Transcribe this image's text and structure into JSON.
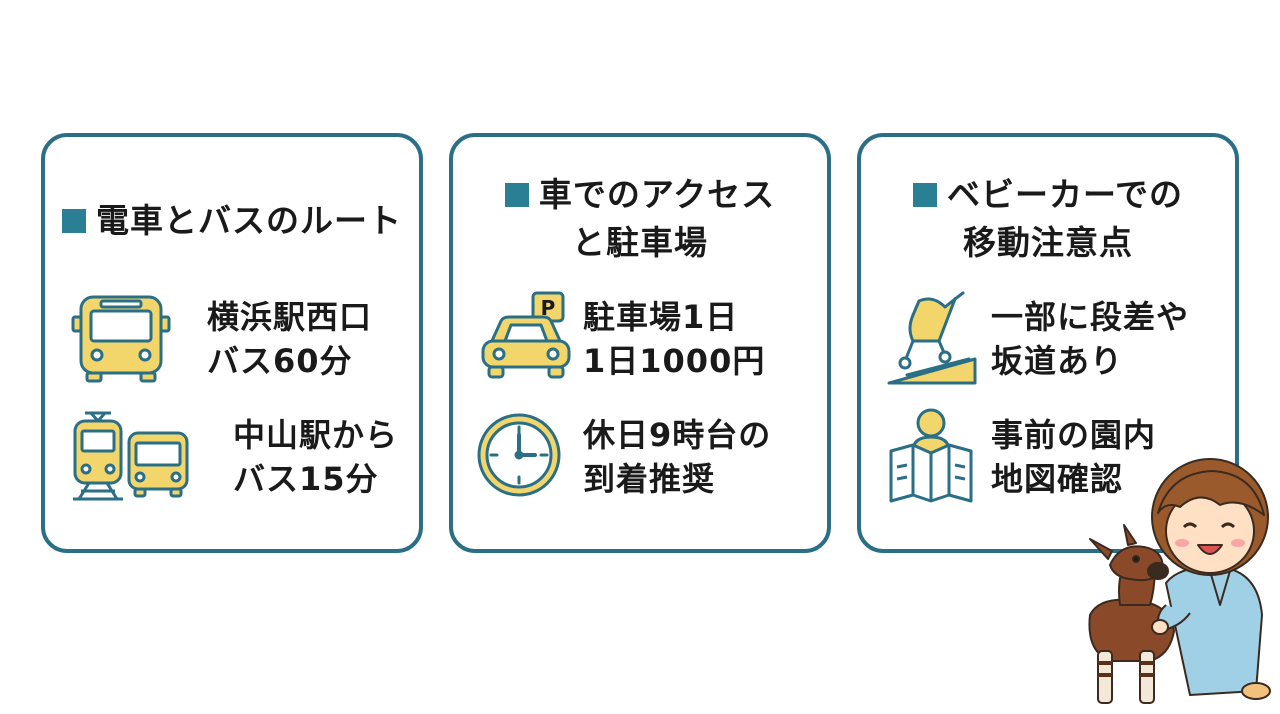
{
  "cards": [
    {
      "title_lines": [
        "電車とバスのルート"
      ],
      "items": [
        {
          "icon": "bus-icon",
          "lines": [
            "横浜駅西口",
            "バス60分"
          ]
        },
        {
          "icon": "train-and-bus-icon",
          "lines": [
            "中山駅から",
            "バス15分"
          ]
        }
      ]
    },
    {
      "title_lines": [
        "車でのアクセス",
        "と駐車場"
      ],
      "items": [
        {
          "icon": "car-parking-icon",
          "badge": "P",
          "lines": [
            "駐車場1日",
            "1日1000円"
          ]
        },
        {
          "icon": "clock-icon",
          "lines": [
            "休日9時台の",
            "到着推奨"
          ]
        }
      ]
    },
    {
      "title_lines": [
        "ベビーカーでの",
        "移動注意点"
      ],
      "items": [
        {
          "icon": "stroller-slope-icon",
          "lines": [
            "一部に段差や",
            "坂道あり"
          ]
        },
        {
          "icon": "person-map-icon",
          "lines": [
            "事前の園内",
            "地図確認"
          ]
        }
      ]
    }
  ],
  "colors": {
    "border": "#2b6f86",
    "square": "#2b7f95",
    "icon_fill": "#f2d66b",
    "icon_stroke": "#2b6f86"
  }
}
